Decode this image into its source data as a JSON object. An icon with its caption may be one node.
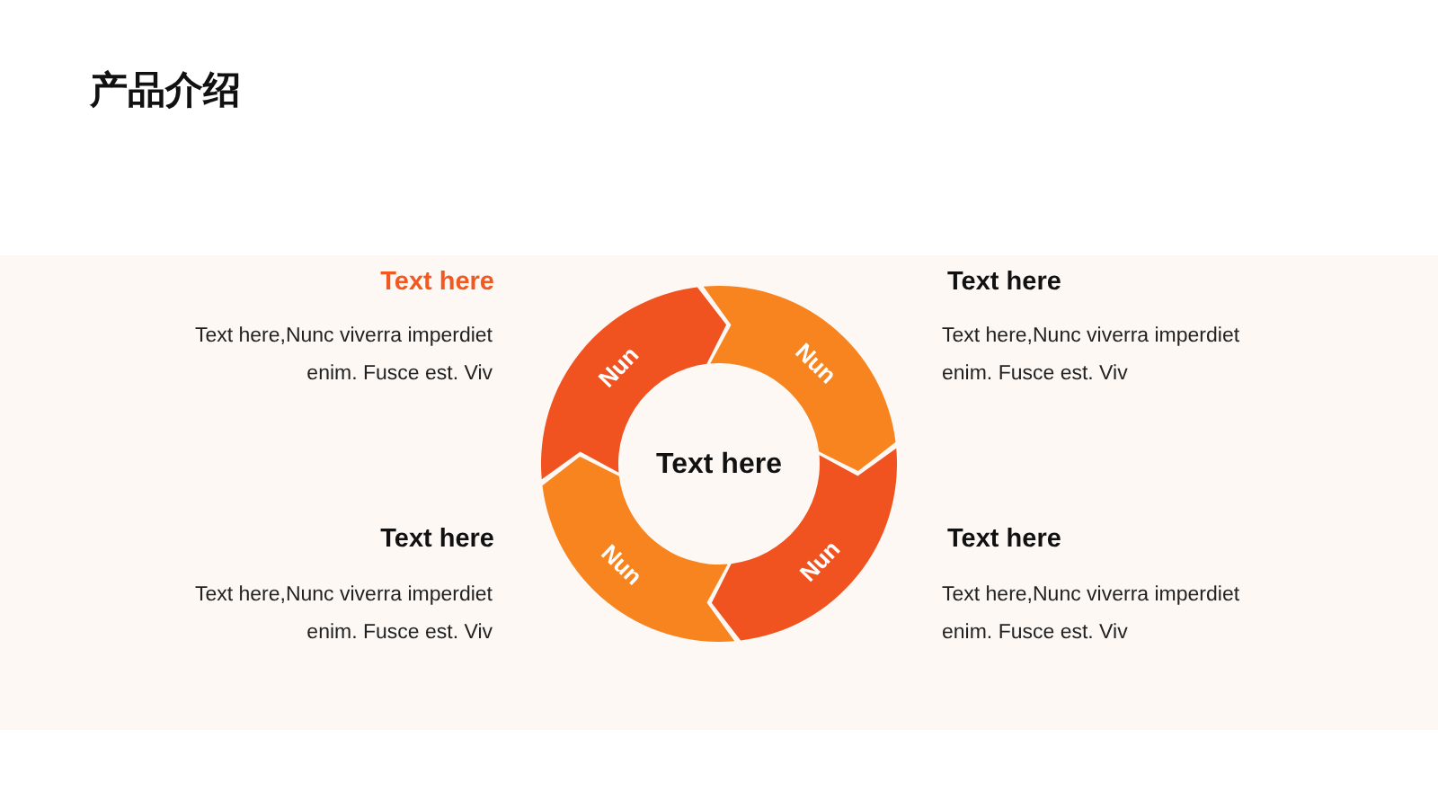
{
  "diagram": {
    "title": "产品介绍",
    "nodes": [
      {
        "text": [
          "Nun"
        ],
        "beside": [
          "Text here",
          "Text here,Nunc viverra imperdiet enim. Fusce est. Viv"
        ]
      },
      {
        "text": [
          "Nun"
        ],
        "beside": [
          "Text here",
          "Text here,Nunc viverra imperdiet enim. Fusce est. Viv"
        ]
      },
      {
        "text": [
          "Nun"
        ],
        "beside": [
          "Text here",
          "Text here,Nunc viverra imperdiet enim. Fusce est. Viv"
        ]
      },
      {
        "text": [
          "Nun"
        ],
        "beside": [
          "Text here",
          "Text here,Nunc viverra imperdiet enim. Fusce est. Viv"
        ]
      }
    ],
    "labels": [
      "Text here"
    ]
  }
}
